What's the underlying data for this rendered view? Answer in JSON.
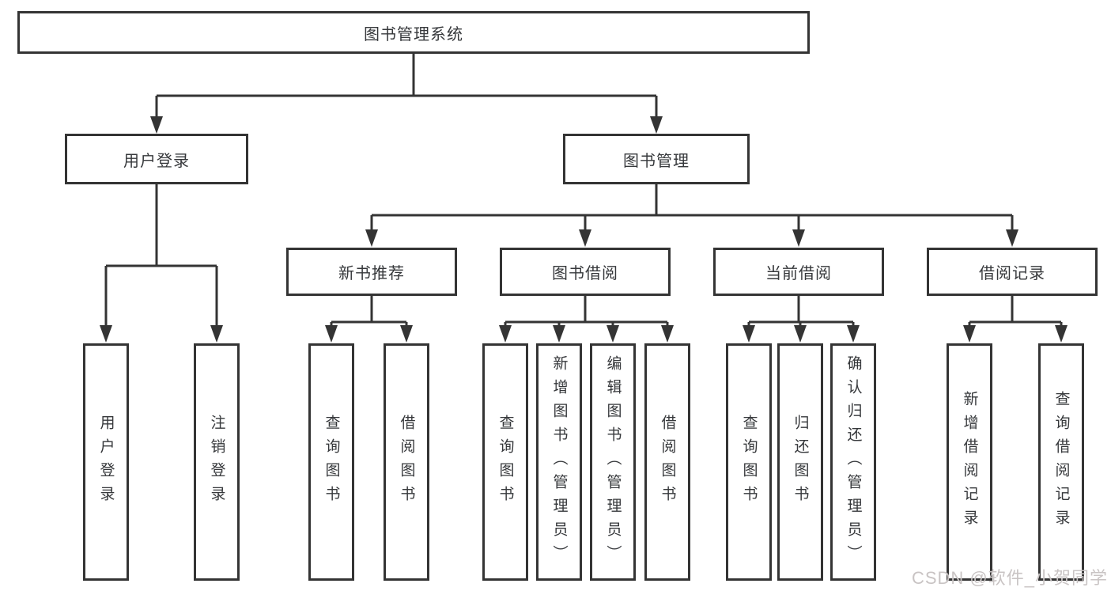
{
  "diagram": {
    "root": {
      "label": "图书管理系统"
    },
    "branches": [
      {
        "label": "用户登录",
        "children": [
          {
            "label": "用户登录"
          },
          {
            "label": "注销登录"
          }
        ]
      },
      {
        "label": "图书管理",
        "children": [
          {
            "label": "新书推荐",
            "children": [
              {
                "label": "查询图书"
              },
              {
                "label": "借阅图书"
              }
            ]
          },
          {
            "label": "图书借阅",
            "children": [
              {
                "label": "查询图书"
              },
              {
                "label": "新增图书（管理员）"
              },
              {
                "label": "编辑图书（管理员）"
              },
              {
                "label": "借阅图书"
              }
            ]
          },
          {
            "label": "当前借阅",
            "children": [
              {
                "label": "查询图书"
              },
              {
                "label": "归还图书"
              },
              {
                "label": "确认归还（管理员）"
              }
            ]
          },
          {
            "label": "借阅记录",
            "children": [
              {
                "label": "新增借阅记录"
              },
              {
                "label": "查询借阅记录"
              }
            ]
          }
        ]
      }
    ],
    "watermark": "CSDN @软件_小贺同学",
    "colors": {
      "line": "#343434",
      "box_border": "#343434",
      "box_fill": "#ffffff",
      "text": "#36383b",
      "watermark": "#c9c4c4"
    }
  }
}
